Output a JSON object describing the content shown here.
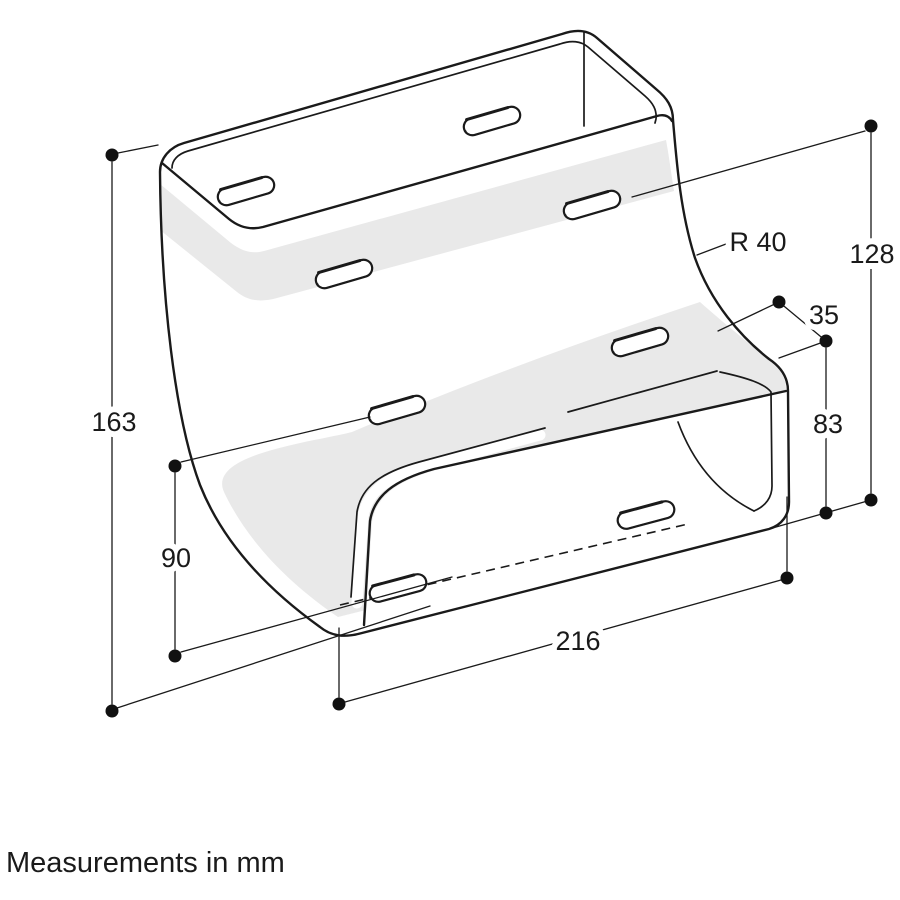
{
  "figure": {
    "title": "",
    "subject": "flat-duct-90-degree-vertical-bend-dimension-drawing",
    "footnote": "Measurements in mm",
    "dimensions": {
      "total_height": "163",
      "lower_left_height": "90",
      "bend_radius": "R 40",
      "right_height": "128",
      "top_depth": "35",
      "outlet_height": "83",
      "width": "216"
    },
    "colors": {
      "line": "#1a1a1a",
      "shade": "#e9e9e9",
      "background": "#ffffff",
      "dot": "#111111"
    }
  }
}
